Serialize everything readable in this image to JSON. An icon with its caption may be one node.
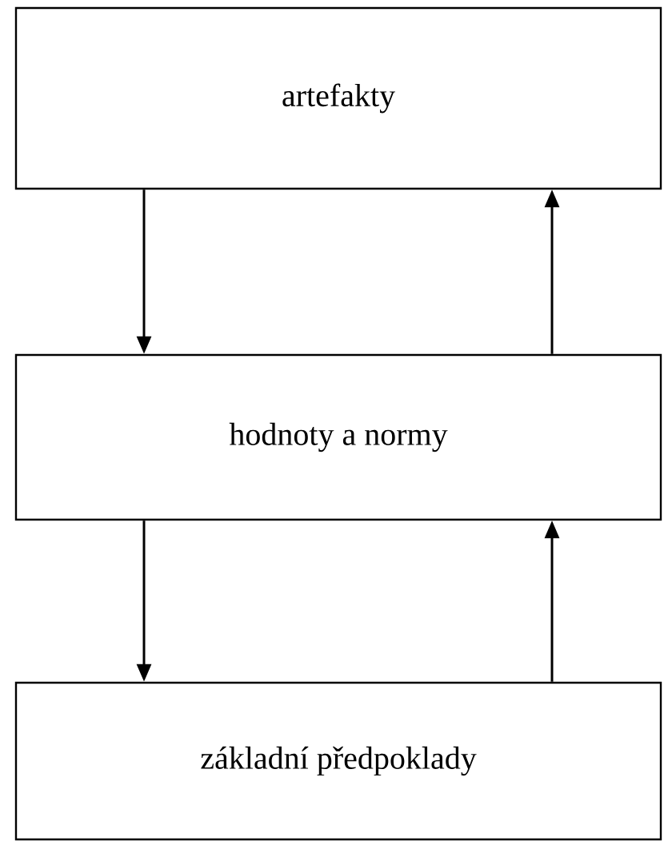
{
  "diagram": {
    "nodes": [
      {
        "text": [
          "artefakty"
        ]
      },
      {
        "text": [
          "hodnoty a normy"
        ]
      },
      {
        "text": [
          "základní předpoklady"
        ]
      }
    ],
    "edges": [
      {
        "from": 0,
        "to": 1,
        "arrow": "to"
      },
      {
        "from": 1,
        "to": 0,
        "arrow": "to"
      },
      {
        "from": 1,
        "to": 2,
        "arrow": "to"
      },
      {
        "from": 2,
        "to": 1,
        "arrow": "to"
      }
    ]
  }
}
